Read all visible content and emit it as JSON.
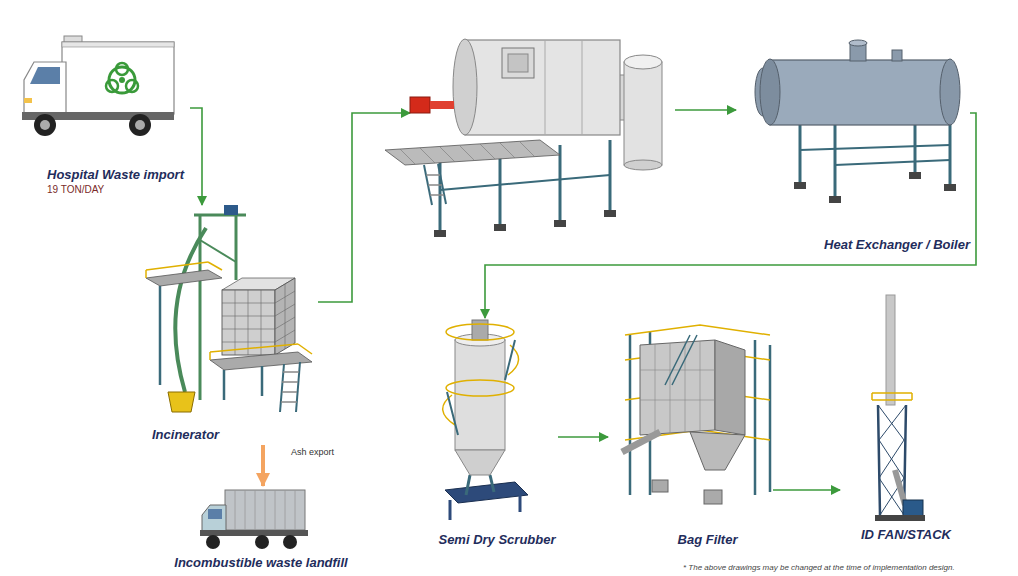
{
  "diagram": {
    "nodes": [
      {
        "text": [
          "Hospital Waste import",
          "19 TON/DAY"
        ]
      },
      {
        "text": [
          "Incinerator"
        ]
      },
      {
        "text": [
          "Heat Exchanger / Boiler"
        ]
      },
      {
        "text": [
          "Incombustible waste landfill"
        ]
      },
      {
        "text": [
          "Semi Dry Scrubber"
        ]
      },
      {
        "text": [
          "Bag Filter"
        ]
      },
      {
        "text": [
          "ID FAN/STACK"
        ]
      }
    ],
    "edges": [
      {
        "from": 0,
        "to": 1,
        "arrow": "to"
      },
      {
        "from": 1,
        "to": 3,
        "label": "Ash export",
        "arrow": "to"
      },
      {
        "from": 2,
        "to": 4,
        "arrow": "to"
      },
      {
        "from": 4,
        "to": 5,
        "arrow": "to"
      },
      {
        "from": 5,
        "to": 6,
        "arrow": "to"
      }
    ],
    "labels": [
      "* The above drawings may be changed at the time of implementation design."
    ]
  }
}
